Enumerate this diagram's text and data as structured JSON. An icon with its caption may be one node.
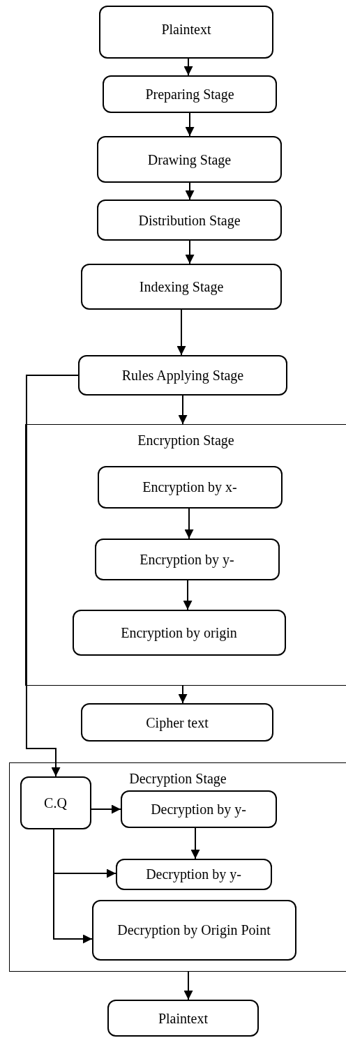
{
  "diagram": {
    "nodes": [
      {
        "text": [
          "Plaintext"
        ]
      },
      {
        "text": [
          "Preparing Stage"
        ]
      },
      {
        "text": [
          "Drawing Stage"
        ]
      },
      {
        "text": [
          "Distribution Stage"
        ]
      },
      {
        "text": [
          "Indexing Stage"
        ]
      },
      {
        "text": [
          "Rules Applying Stage"
        ]
      },
      {
        "text": [
          "Encryption Stage"
        ]
      },
      {
        "text": [
          "Encryption by x-"
        ],
        "in": 6
      },
      {
        "text": [
          "Encryption by y-"
        ],
        "in": 6
      },
      {
        "text": [
          "Encryption by origin"
        ],
        "in": 6
      },
      {
        "text": [
          "Cipher text"
        ]
      },
      {
        "text": [
          "Decryption Stage"
        ]
      },
      {
        "text": [
          "C.Q"
        ],
        "in": 11
      },
      {
        "text": [
          "Decryption by y-"
        ],
        "in": 11
      },
      {
        "text": [
          "Decryption by y-"
        ],
        "in": 11
      },
      {
        "text": [
          "Decryption by Origin Point"
        ],
        "in": 11
      },
      {
        "text": [
          "Plaintext"
        ]
      }
    ],
    "edges": [
      {
        "from": 0,
        "to": 1,
        "arrow": "to"
      },
      {
        "from": 1,
        "to": 2,
        "arrow": "to"
      },
      {
        "from": 2,
        "to": 3,
        "arrow": "to"
      },
      {
        "from": 3,
        "to": 4,
        "arrow": "to"
      },
      {
        "from": 4,
        "to": 5,
        "arrow": "to"
      },
      {
        "from": 5,
        "to": 6,
        "arrow": "to"
      },
      {
        "from": 7,
        "to": 8,
        "arrow": "to"
      },
      {
        "from": 8,
        "to": 9,
        "arrow": "to"
      },
      {
        "from": 6,
        "to": 10,
        "arrow": "to"
      },
      {
        "from": 5,
        "to": 12,
        "arrow": "to"
      },
      {
        "from": 12,
        "to": 13,
        "arrow": "to"
      },
      {
        "from": 13,
        "to": 14,
        "arrow": "to"
      },
      {
        "from": 12,
        "to": 14,
        "arrow": "to"
      },
      {
        "from": 12,
        "to": 15,
        "arrow": "to"
      },
      {
        "from": 11,
        "to": 16,
        "arrow": "to"
      }
    ]
  }
}
